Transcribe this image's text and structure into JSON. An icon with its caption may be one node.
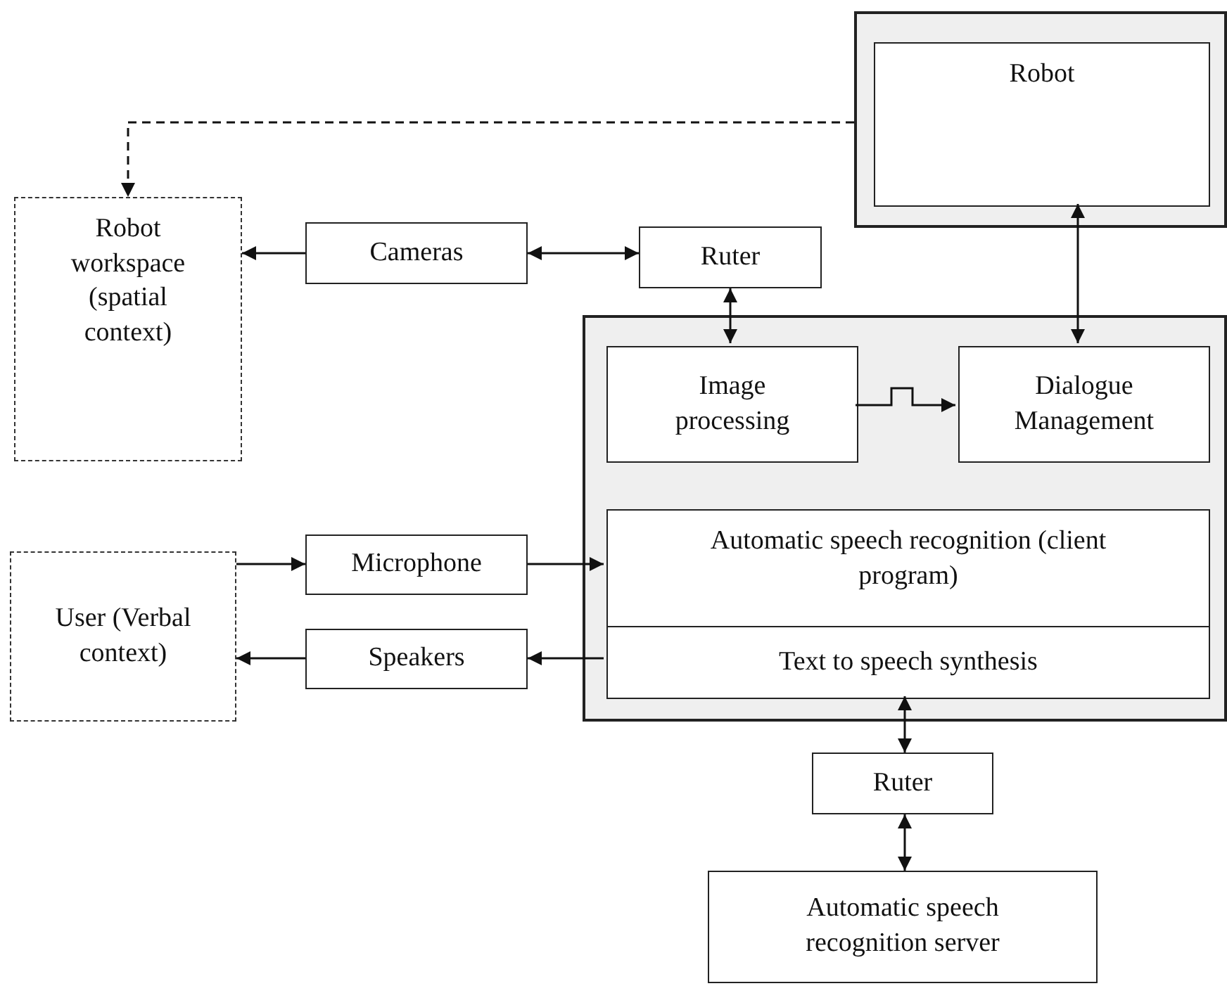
{
  "diagram": {
    "nodes": [
      {
        "text": [],
        "shape": "box"
      },
      {
        "text": [
          "Robot"
        ],
        "in": 0
      },
      {
        "text": [
          "Robot workspace (spatial context)"
        ]
      },
      {
        "text": [
          "Cameras"
        ]
      },
      {
        "text": [
          "Ruter"
        ]
      },
      {
        "text": [],
        "shape": "box"
      },
      {
        "text": [
          "Image processing"
        ],
        "in": 5
      },
      {
        "text": [
          "Dialogue Management"
        ],
        "in": 5
      },
      {
        "text": [
          "Automatic speech recognition (client program)"
        ],
        "in": 5
      },
      {
        "text": [
          "Text to speech synthesis"
        ],
        "in": 5
      },
      {
        "text": [
          "User (Verbal context)"
        ]
      },
      {
        "text": [
          "Microphone"
        ]
      },
      {
        "text": [
          "Speakers"
        ]
      },
      {
        "text": [
          "Ruter"
        ]
      },
      {
        "text": [
          "Automatic speech recognition server"
        ]
      }
    ],
    "edges": [
      {
        "from": 0,
        "to": 2,
        "arrow": "to",
        "style": "dashed"
      },
      {
        "from": 3,
        "to": 2,
        "arrow": "to"
      },
      {
        "from": 3,
        "to": 4,
        "arrow": "both"
      },
      {
        "from": 4,
        "to": 6,
        "arrow": "both"
      },
      {
        "from": 1,
        "to": 7,
        "arrow": "both"
      },
      {
        "from": 6,
        "to": 7,
        "arrow": "to"
      },
      {
        "from": 10,
        "to": 11,
        "arrow": "to"
      },
      {
        "from": 11,
        "to": 8,
        "arrow": "to"
      },
      {
        "from": 9,
        "to": 12,
        "arrow": "to"
      },
      {
        "from": 12,
        "to": 10,
        "arrow": "to"
      },
      {
        "from": 9,
        "to": 13,
        "arrow": "both"
      },
      {
        "from": 13,
        "to": 14,
        "arrow": "both"
      }
    ]
  }
}
